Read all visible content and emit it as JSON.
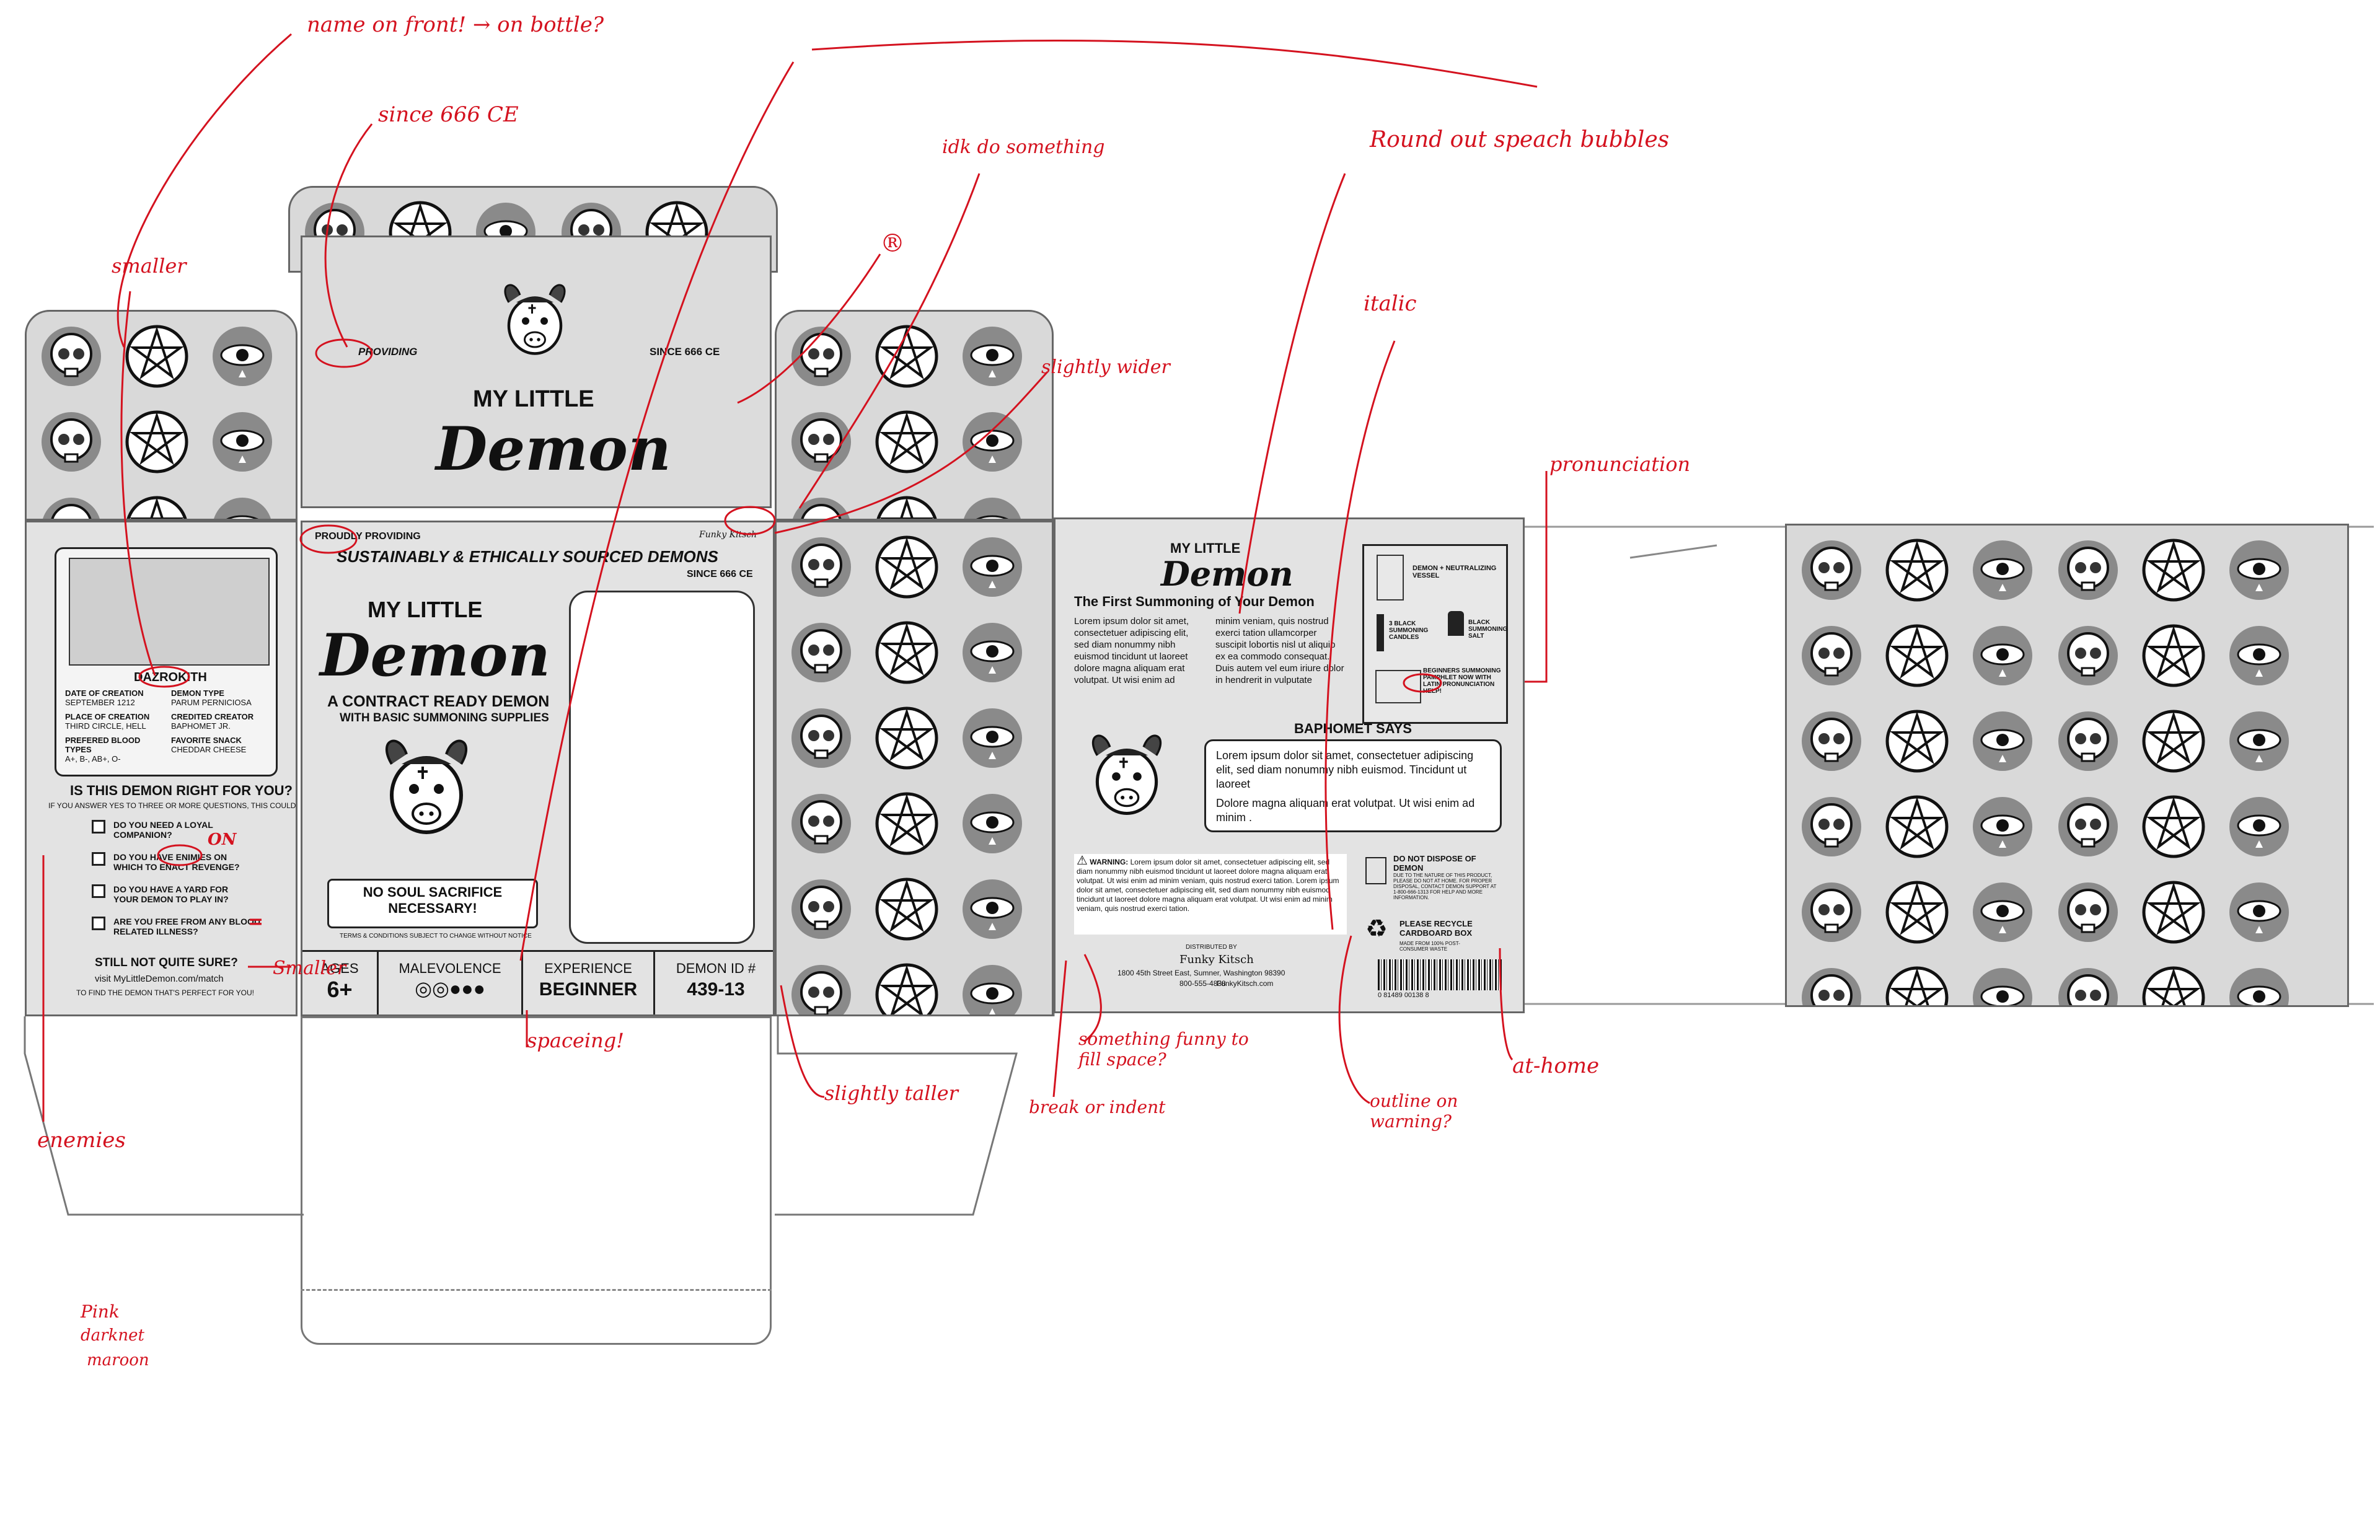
{
  "box": {
    "top_panel": {
      "providing": "PROVIDING",
      "since": "SINCE 666 CE",
      "brand_line1": "MY LITTLE",
      "brand_line2": "Demon"
    },
    "front_panel": {
      "proudly_providing": "PROUDLY PROVIDING",
      "funky": "Funky Kitsch",
      "tagline": "SUSTAINABLY & ETHICALLY SOURCED DEMONS",
      "since": "SINCE 666 CE",
      "brand_line1": "MY LITTLE",
      "brand_line2": "Demon",
      "subtitle1": "A CONTRACT READY DEMON",
      "subtitle2": "WITH BASIC SUMMONING SUPPLIES",
      "bubble_line1": "NO SOUL SACRIFICE",
      "bubble_line2": "NECESSARY!",
      "terms": "TERMS & CONDITIONS SUBJECT TO CHANGE WITHOUT NOTICE",
      "stats": [
        {
          "label": "AGES",
          "value": "6+"
        },
        {
          "label": "MALEVOLENCE",
          "value": ""
        },
        {
          "label": "EXPERIENCE",
          "value": "BEGINNER"
        },
        {
          "label": "DEMON ID #",
          "value": "439-13"
        }
      ]
    },
    "left_panel": {
      "name": "DAZROKITH",
      "fields": [
        {
          "k": "DATE OF CREATION",
          "v": "SEPTEMBER 1212"
        },
        {
          "k": "DEMON TYPE",
          "v": "PARUM PERNICIOSA"
        },
        {
          "k": "PLACE OF CREATION",
          "v": "THIRD CIRCLE, HELL"
        },
        {
          "k": "CREDITED CREATOR",
          "v": "BAPHOMET JR."
        },
        {
          "k": "PREFERED BLOOD TYPES",
          "v": "A+, B-, AB+, O-"
        },
        {
          "k": "FAVORITE SNACK",
          "v": "CHEDDAR CHEESE"
        }
      ],
      "quiz_title": "IS THIS DEMON RIGHT FOR YOU?",
      "quiz_sub": "IF YOU ANSWER YES TO THREE OR MORE QUESTIONS, THIS COULD BE A PERFECT MATCH!",
      "questions": [
        "DO YOU NEED A LOYAL COMPANION?",
        "DO YOU HAVE ENIMIES ON WHICH TO ENACT REVENGE?",
        "DO YOU HAVE A YARD FOR YOUR DEMON TO PLAY IN?",
        "ARE YOU FREE FROM ANY BLOOD RELATED ILLNESS?"
      ],
      "still_title": "STILL NOT QUITE SURE?",
      "still_line1": "visit MyLittleDemon.com/match",
      "still_line2": "TO FIND THE DEMON THAT'S PERFECT FOR YOU!"
    },
    "back_panel": {
      "brand_line1": "MY LITTLE",
      "brand_line2": "Demon",
      "headline": "The First Summoning of Your Demon",
      "col1": "Lorem ipsum dolor sit amet, consectetuer adipiscing elit, sed diam nonummy nibh euismod tincidunt ut laoreet dolore magna aliquam erat volutpat. Ut wisi enim ad",
      "col2": "minim veniam, quis nostrud exerci tation ullamcorper suscipit lobortis nisl ut aliquip ex ea commodo consequat. Duis autem vel eum iriure dolor in hendrerit in vulputate",
      "kit_items": [
        "DEMON + NEUTRALIZING VESSEL",
        "3 BLACK SUMMONING CANDLES",
        "BLACK SUMMONING SALT",
        "BEGINNERS SUMMONING PAMPHLET NOW WITH LATIN PRONUNCIATION HELP!"
      ],
      "baphomet_title": "BAPHOMET SAYS",
      "baphomet_p1": "Lorem ipsum dolor sit amet, consectetuer adipiscing elit, sed diam nonummy nibh euismod. Tincidunt ut laoreet",
      "baphomet_p2": "Dolore magna aliquam erat volutpat. Ut wisi enim ad minim .",
      "warning_label": "WARNING:",
      "warning_text": "Lorem ipsum dolor sit amet, consectetuer adipiscing elit, sed diam nonummy nibh euismod tincidunt ut laoreet dolore magna aliquam erat volutpat. Ut wisi enim ad minim veniam, quis nostrud exerci tation. Lorem ipsum dolor sit amet, consectetuer adipiscing elit, sed diam nonummy nibh euismod tincidunt ut laoreet dolore magna aliquam erat volutpat. Ut wisi enim ad minim veniam, quis nostrud exerci tation.",
      "dispose_title": "DO NOT DISPOSE OF DEMON",
      "dispose_text": "DUE TO THE NATURE OF THIS PRODUCT, PLEASE DO NOT AT HOME. FOR PROPER DISPOSAL, CONTACT DEMON SUPPORT AT 1-800-666-1313 FOR HELP AND MORE INFORMATION.",
      "recycle_title": "PLEASE RECYCLE CARDBOARD BOX",
      "recycle_text": "MADE FROM 100% POST-CONSUMER WASTE",
      "distributed": "DISTRIBUTED BY",
      "distributor": "Funky Kitsch",
      "address": "1800 45th Street East, Sumner, Washington 98390",
      "phone": "800-555-4838",
      "site": "FunkyKitsch.com",
      "barcode_num": "0  81489  00138  8"
    }
  },
  "annotations": {
    "name_front": "name on front! → on bottle?",
    "since": "since 666 CE",
    "idk": "idk do something",
    "registered": "®",
    "round_bubbles": "Round out speach bubbles",
    "italic": "italic",
    "smaller": "smaller",
    "slightly_wider": "slightly wider",
    "pronunciation": "pronunciation",
    "smaller2": "Smaller",
    "on": "ON",
    "spacing": "spaceing!",
    "slightly_taller": "slightly taller",
    "something_funny": "something funny to fill space?",
    "break_indent": "break or indent",
    "outline_warning": "outline on warning?",
    "at_home": "at-home",
    "enemies": "enemies",
    "pink": "Pink",
    "darknet": "darknet",
    "maroon": "maroon",
    "equals": "="
  },
  "colors": {
    "annotation": "#d4121f",
    "panel": "#dcdcdc"
  }
}
